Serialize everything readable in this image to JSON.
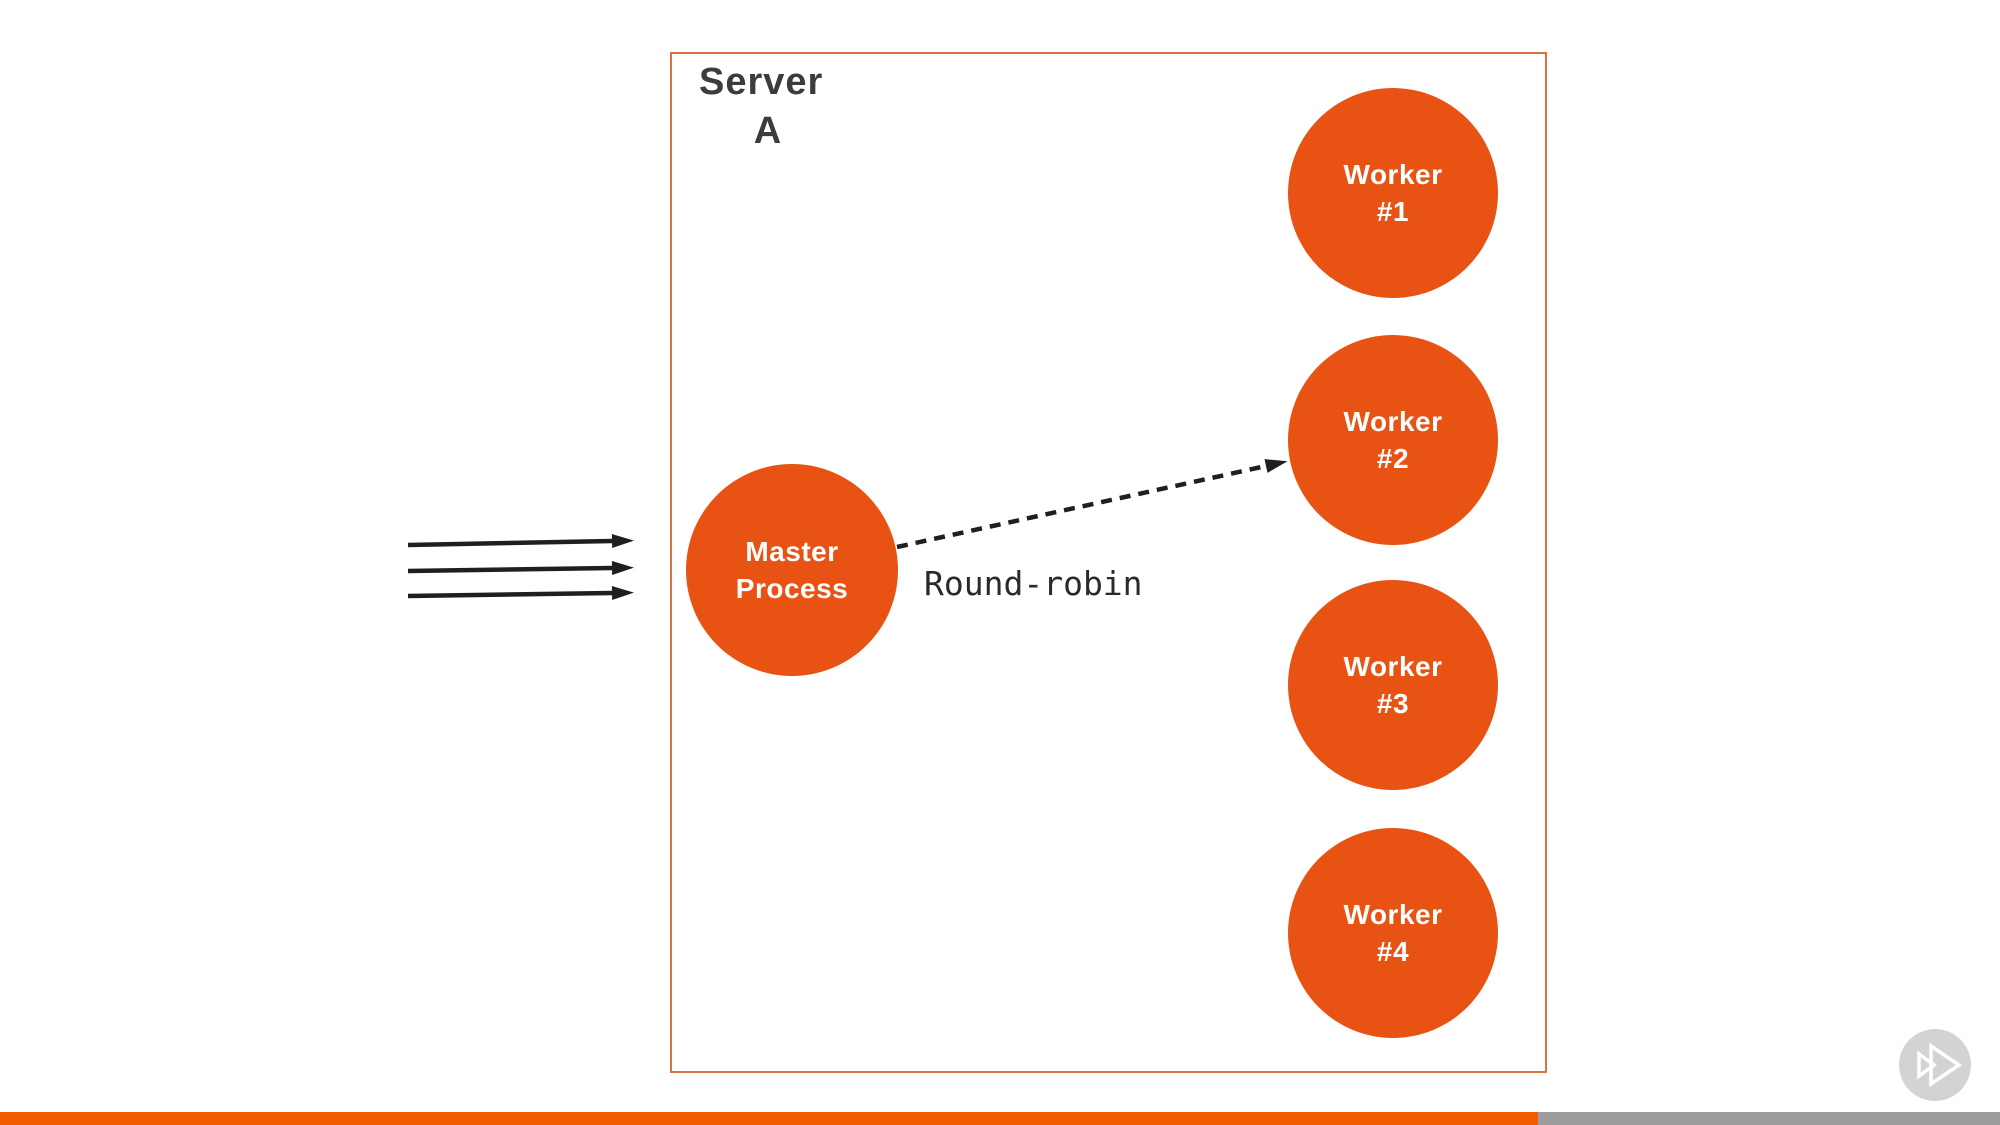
{
  "diagram": {
    "server": {
      "line1": "Server",
      "line2": "A"
    },
    "master": {
      "line1": "Master",
      "line2": "Process"
    },
    "workers": [
      {
        "line1": "Worker",
        "line2": "#1"
      },
      {
        "line1": "Worker",
        "line2": "#2"
      },
      {
        "line1": "Worker",
        "line2": "#3"
      },
      {
        "line1": "Worker",
        "line2": "#4"
      }
    ],
    "edge_label": "Round-robin",
    "incoming_arrow_count": 3
  },
  "player": {
    "progress_percent": 76.9,
    "progress_style": "width:76.9%",
    "watermark_icon": "pluralsight-play-icon"
  },
  "colors": {
    "node_fill": "#E85213",
    "node_text": "#FFFFFF",
    "box_border": "#DC7040",
    "title_text": "#3C3C3C",
    "edge_label_text": "#2A2A2A",
    "arrow": "#1F1F1F",
    "progress_fill": "#F35B00",
    "progress_track": "#9C9C9C",
    "watermark_bg": "#D3D3D3"
  }
}
